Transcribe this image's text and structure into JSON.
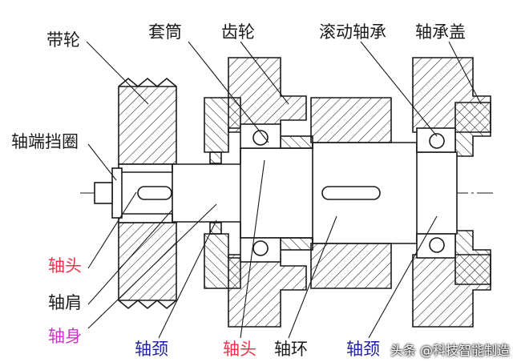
{
  "labels": {
    "pulley": "带轮",
    "sleeve": "套筒",
    "gear": "齿轮",
    "rolling_bearing": "滚动轴承",
    "bearing_cap": "轴承盖",
    "end_retainer": "轴端挡圈",
    "journal_head_left": "轴头",
    "shoulder": "轴肩",
    "body": "轴身",
    "journal_left": "轴颈",
    "journal_head_right": "轴头",
    "collar": "轴环",
    "journal_right": "轴颈"
  },
  "watermark": "头条 @科技智能制造",
  "colors": {
    "line": "#1a1a1a",
    "red_label": "#e8334a",
    "blue_label": "#1f1fa3",
    "magenta_label": "#cc33cc"
  }
}
